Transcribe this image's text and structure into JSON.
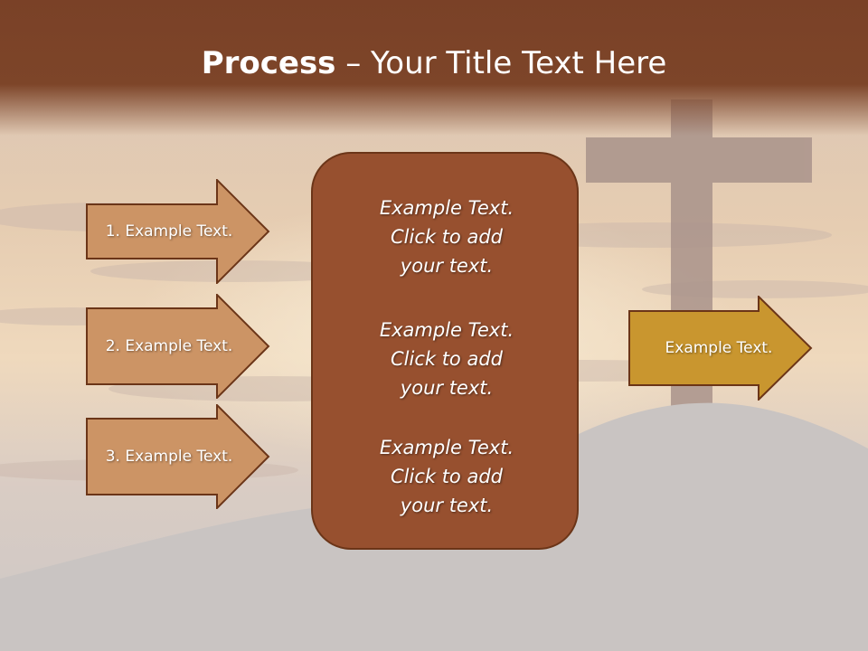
{
  "title": {
    "bold": "Process",
    "rest": " – Your Title Text Here"
  },
  "inputs": [
    {
      "label": "1. Example Text."
    },
    {
      "label": "2. Example Text."
    },
    {
      "label": "3. Example Text."
    }
  ],
  "center": [
    {
      "line1": "Example Text.",
      "line2": "Click  to add",
      "line3": "your text."
    },
    {
      "line1": "Example Text.",
      "line2": "Click  to add",
      "line3": "your text."
    },
    {
      "line1": "Example Text.",
      "line2": "Click  to add",
      "line3": "your text."
    }
  ],
  "output": {
    "label": "Example Text."
  },
  "colors": {
    "header": "#7a4127",
    "input_arrow": "#cc9465",
    "center_box": "#97502f",
    "output_arrow": "#c9962f"
  }
}
